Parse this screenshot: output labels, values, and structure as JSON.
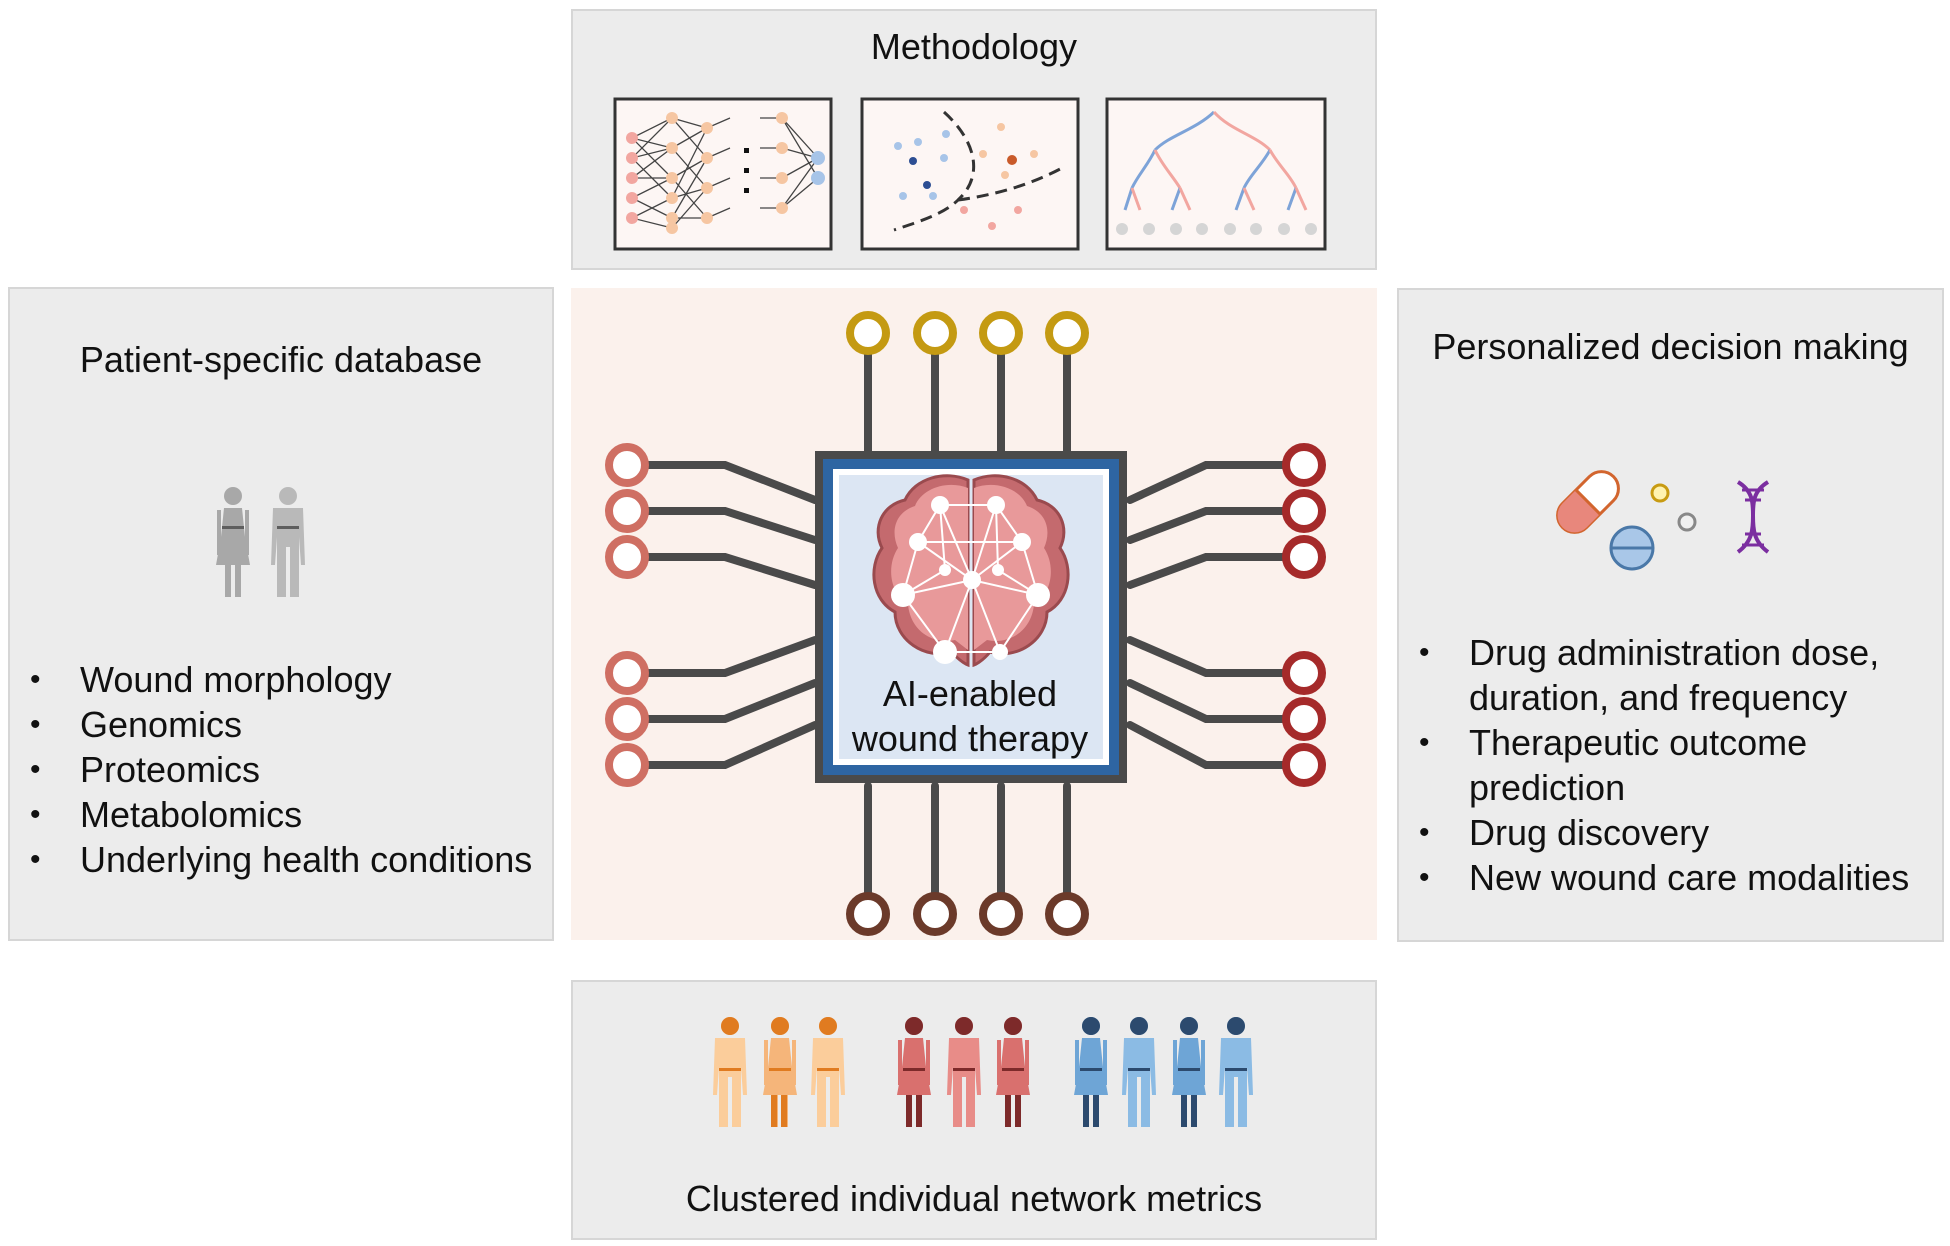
{
  "methodology": {
    "title": "Methodology"
  },
  "patient_database": {
    "title": "Patient-specific database",
    "items": [
      "Wound morphology",
      "Genomics",
      "Proteomics",
      "Metabolomics",
      "Underlying health conditions"
    ]
  },
  "decision_making": {
    "title": "Personalized decision making",
    "items": [
      "Drug administration dose, duration, and frequency",
      "Therapeutic outcome prediction",
      "Drug discovery",
      "New wound care modalities"
    ]
  },
  "center": {
    "label_line1": "AI-enabled",
    "label_line2": "wound therapy"
  },
  "clusters": {
    "title": "Clustered individual network metrics"
  },
  "colors": {
    "panel_bg": "#ececec",
    "center_bg": "#fbf1ec",
    "chip_border": "#2e65a2",
    "chip_inner": "#dce6f3",
    "trace": "#4a4a4a",
    "top_pins": "#c49a12",
    "left_pins": "#cf6f63",
    "right_pins": "#a52a2a",
    "bottom_pins": "#6b3a2a",
    "brain": "#c46a6e",
    "cluster_orange": "#f5b57a",
    "cluster_red": "#d9706e",
    "cluster_blue": "#6ea5d6"
  }
}
